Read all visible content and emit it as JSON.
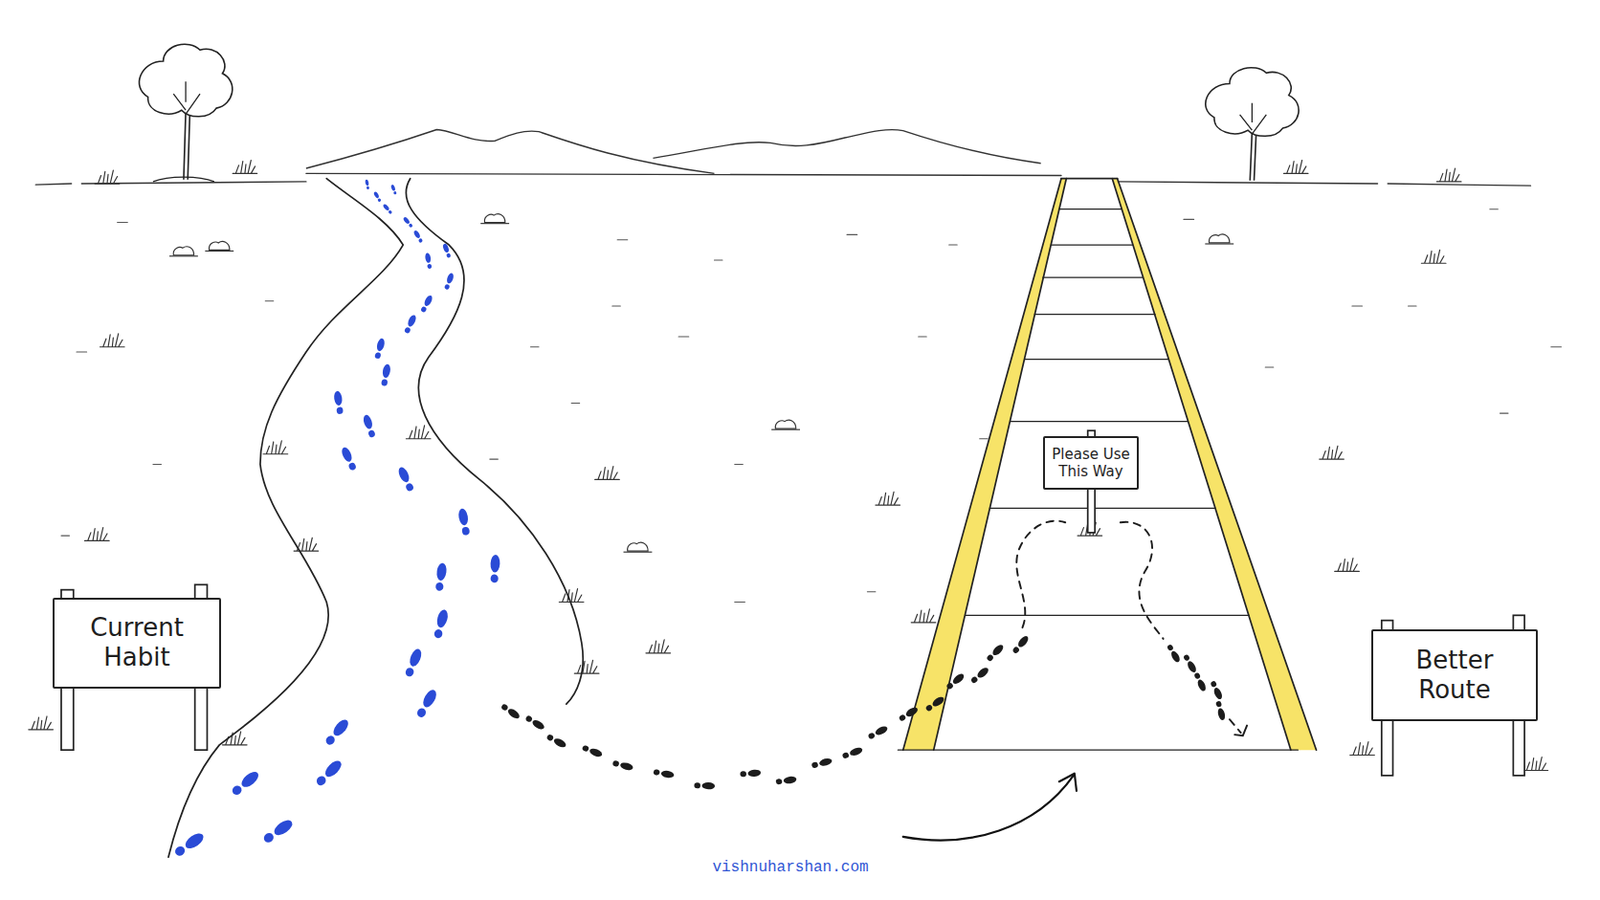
{
  "diagram": {
    "nodes": [
      {
        "text": [
          "Current Habit"
        ]
      },
      {
        "text": [
          "Please Use This Way"
        ]
      },
      {
        "text": [
          "Better Route"
        ]
      }
    ],
    "labels": [
      "vishnuharshan.com"
    ]
  }
}
